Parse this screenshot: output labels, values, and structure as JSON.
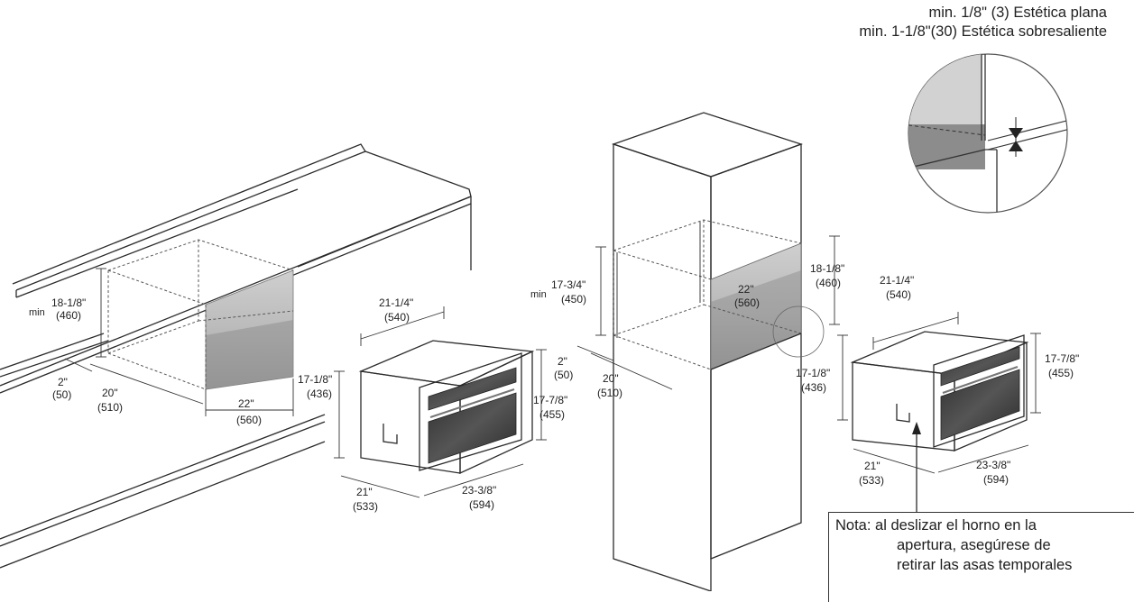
{
  "header": {
    "line1": "min. 1/8\" (3) Estética plana",
    "line2": "min. 1-1/8\"(30) Estética sobresaliente"
  },
  "left_view": {
    "min_label": "min",
    "height_in": "18-1/8\"",
    "height_mm": "(460)",
    "depth_in": "2\"",
    "depth_mm": "(50)",
    "cut_depth_in": "20\"",
    "cut_depth_mm": "(510)",
    "cut_width_in": "22\"",
    "cut_width_mm": "(560)"
  },
  "left_oven": {
    "top_width_in": "21-1/4\"",
    "top_width_mm": "(540)",
    "body_height_in": "17-1/8\"",
    "body_height_mm": "(436)",
    "front_height_in": "17-7/8\"",
    "front_height_mm": "(455)",
    "depth_in": "21\"",
    "depth_mm": "(533)",
    "front_width_in": "23-3/8\"",
    "front_width_mm": "(594)"
  },
  "right_view": {
    "min_label": "min",
    "height_in": "17-3/4\"",
    "height_mm": "(450)",
    "open_width_in": "22\"",
    "open_width_mm": "(560)",
    "open_height_in": "18-1/8\"",
    "open_height_mm": "(460)",
    "depth_in": "2\"",
    "depth_mm": "(50)",
    "cut_depth_in": "20\"",
    "cut_depth_mm": "(510)"
  },
  "right_oven": {
    "top_width_in": "21-1/4\"",
    "top_width_mm": "(540)",
    "body_height_in": "17-1/8\"",
    "body_height_mm": "(436)",
    "front_height_in": "17-7/8\"",
    "front_height_mm": "(455)",
    "depth_in": "21\"",
    "depth_mm": "(533)",
    "front_width_in": "23-3/8\"",
    "front_width_mm": "(594)"
  },
  "note": {
    "line1": "Nota: al deslizar el horno en la",
    "line2": "apertura,  asegúrese  de",
    "line3": "retirar las asas temporales"
  }
}
